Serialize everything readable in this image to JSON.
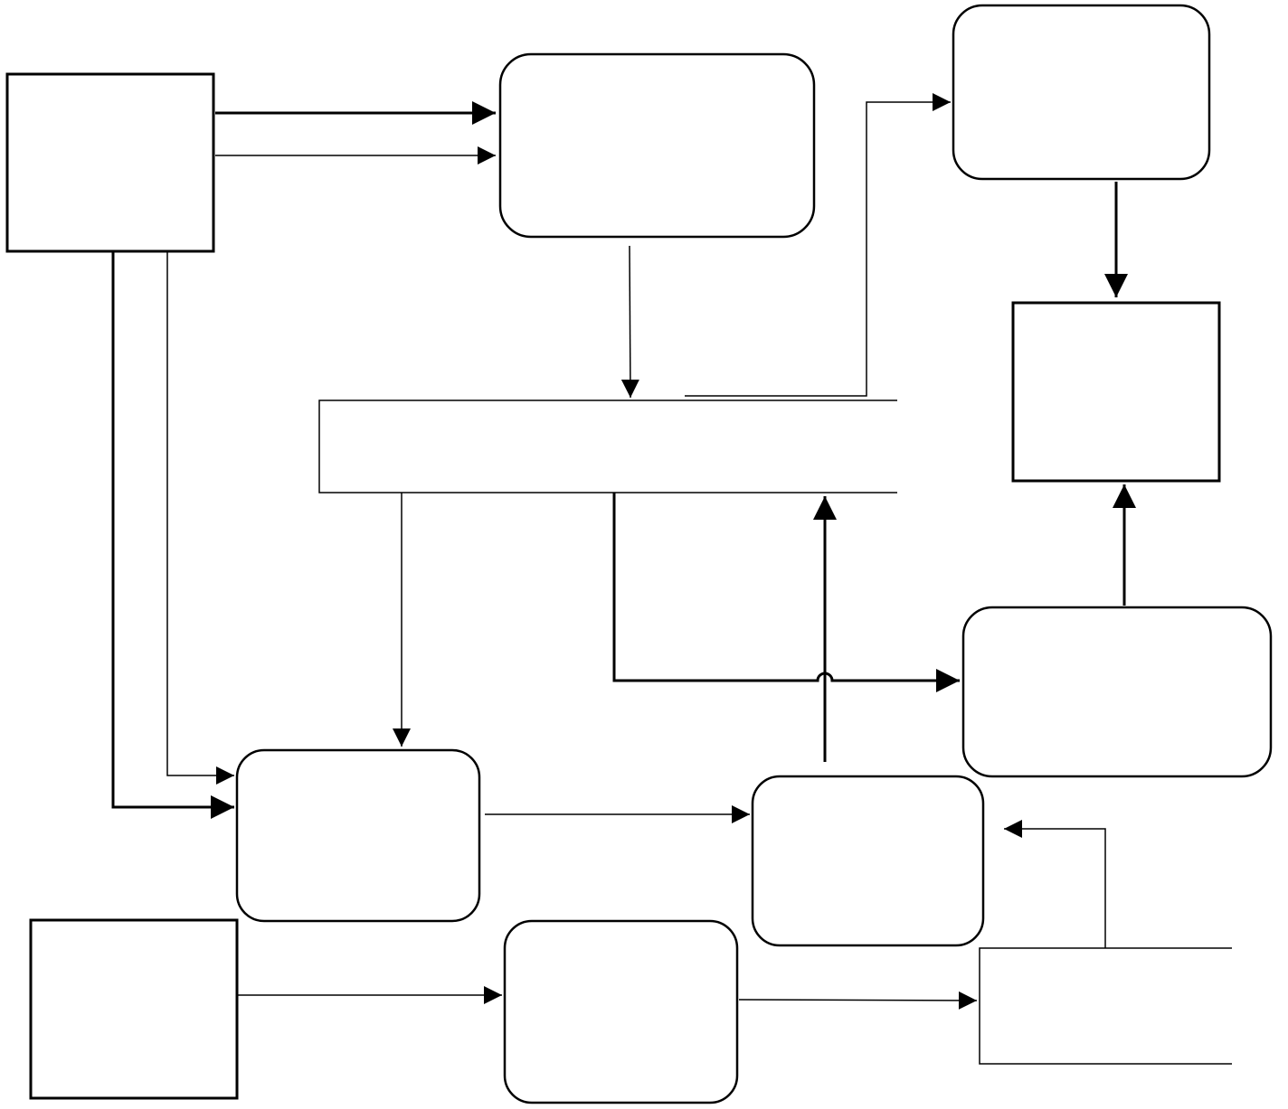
{
  "diagram": {
    "stroke_color": "#000000",
    "background_color": "#ffffff",
    "nodes": [
      {
        "id": "ext-entity-1",
        "shape": "rectangle",
        "label": ""
      },
      {
        "id": "process-1",
        "shape": "rounded-rectangle",
        "label": ""
      },
      {
        "id": "process-2",
        "shape": "rounded-rectangle",
        "label": ""
      },
      {
        "id": "ext-entity-2",
        "shape": "rectangle",
        "label": ""
      },
      {
        "id": "data-store-1",
        "shape": "open-rectangle",
        "label": ""
      },
      {
        "id": "process-3",
        "shape": "rounded-rectangle",
        "label": ""
      },
      {
        "id": "process-4",
        "shape": "rounded-rectangle",
        "label": ""
      },
      {
        "id": "process-5",
        "shape": "rounded-rectangle",
        "label": ""
      },
      {
        "id": "ext-entity-3",
        "shape": "rectangle",
        "label": ""
      },
      {
        "id": "process-6",
        "shape": "rounded-rectangle",
        "label": ""
      },
      {
        "id": "data-store-2",
        "shape": "open-rectangle",
        "label": ""
      }
    ],
    "edges": [
      {
        "from": "ext-entity-1",
        "to": "process-1",
        "weight": "thick"
      },
      {
        "from": "ext-entity-1",
        "to": "process-1",
        "weight": "thin"
      },
      {
        "from": "ext-entity-1",
        "to": "process-4",
        "weight": "thick"
      },
      {
        "from": "ext-entity-1",
        "to": "process-4",
        "weight": "thin"
      },
      {
        "from": "process-1",
        "to": "data-store-1",
        "weight": "thin"
      },
      {
        "from": "data-store-1",
        "to": "process-2",
        "weight": "thin"
      },
      {
        "from": "process-2",
        "to": "ext-entity-2",
        "weight": "thick"
      },
      {
        "from": "process-3",
        "to": "ext-entity-2",
        "weight": "thick"
      },
      {
        "from": "data-store-1",
        "to": "process-4",
        "weight": "thin"
      },
      {
        "from": "data-store-1",
        "to": "process-3",
        "weight": "thick"
      },
      {
        "from": "process-5",
        "to": "data-store-1",
        "weight": "thick"
      },
      {
        "from": "process-4",
        "to": "process-5",
        "weight": "thin"
      },
      {
        "from": "ext-entity-3",
        "to": "process-6",
        "weight": "thin"
      },
      {
        "from": "process-6",
        "to": "data-store-2",
        "weight": "thin"
      },
      {
        "from": "data-store-2",
        "to": "process-5",
        "weight": "thin"
      }
    ]
  }
}
